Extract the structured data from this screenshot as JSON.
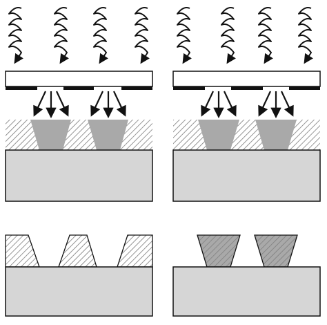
{
  "figure": {
    "panels": [
      {
        "id": "positive-resist",
        "mask_openings": 2,
        "result": "resist-removed-where-exposed"
      },
      {
        "id": "negative-resist",
        "mask_openings": 2,
        "result": "resist-remains-where-exposed"
      }
    ],
    "colors": {
      "stroke": "#1a1a1a",
      "substrate": "#d6d6d6",
      "exposed_region": "#a9a9a9",
      "hatch": "#7a7a7a",
      "mask_plate": "#ffffff",
      "mask_chrome": "#111111"
    },
    "icons": [
      "uv-light-wave-icon",
      "light-ray-arrow-icon"
    ]
  }
}
